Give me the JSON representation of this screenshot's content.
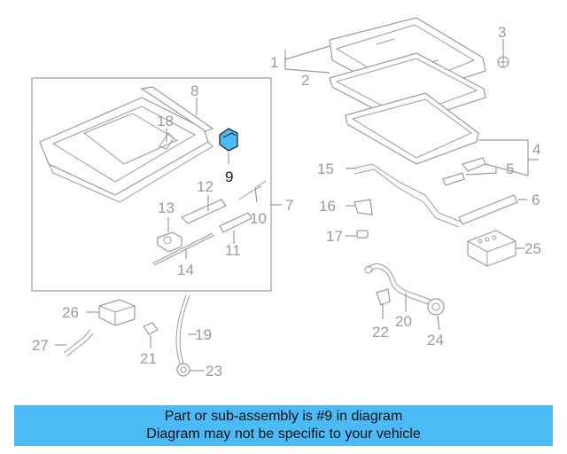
{
  "diagram": {
    "callouts": {
      "c1": "1",
      "c2": "2",
      "c3": "3",
      "c4": "4",
      "c5": "5",
      "c6": "6",
      "c7": "7",
      "c8": "8",
      "c9": "9",
      "c10": "10",
      "c11": "11",
      "c12": "12",
      "c13": "13",
      "c14": "14",
      "c15": "15",
      "c16": "16",
      "c17": "17",
      "c18": "18",
      "c19": "19",
      "c20": "20",
      "c21": "21",
      "c22": "22",
      "c23": "23",
      "c24": "24",
      "c25": "25",
      "c26": "26",
      "c27": "27"
    },
    "highlight_color": "#4bbaf5",
    "line_color": "#9a9a9a"
  },
  "banner": {
    "line1": "Part or sub-assembly is #9 in diagram",
    "line2": "Diagram may not be specific to your vehicle",
    "color": "#4bbaf5"
  }
}
